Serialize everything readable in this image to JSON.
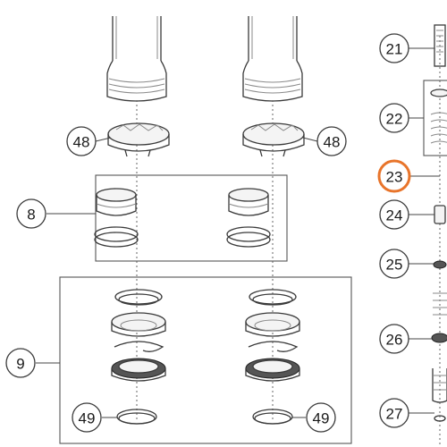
{
  "diagram": {
    "callouts": [
      {
        "id": "c21",
        "label": "21",
        "highlighted": false
      },
      {
        "id": "c22",
        "label": "22",
        "highlighted": false
      },
      {
        "id": "c23",
        "label": "23",
        "highlighted": true
      },
      {
        "id": "c24",
        "label": "24",
        "highlighted": false
      },
      {
        "id": "c25",
        "label": "25",
        "highlighted": false
      },
      {
        "id": "c26",
        "label": "26",
        "highlighted": false
      },
      {
        "id": "c27",
        "label": "27",
        "highlighted": false
      },
      {
        "id": "c48a",
        "label": "48",
        "highlighted": false
      },
      {
        "id": "c48b",
        "label": "48",
        "highlighted": false
      },
      {
        "id": "c8",
        "label": "8",
        "highlighted": false
      },
      {
        "id": "c9",
        "label": "9",
        "highlighted": false
      },
      {
        "id": "c49a",
        "label": "49",
        "highlighted": false
      },
      {
        "id": "c49b",
        "label": "49",
        "highlighted": false
      }
    ],
    "colors": {
      "highlight": "#e8742a",
      "line": "#3a3a3a",
      "background": "#ffffff"
    }
  }
}
